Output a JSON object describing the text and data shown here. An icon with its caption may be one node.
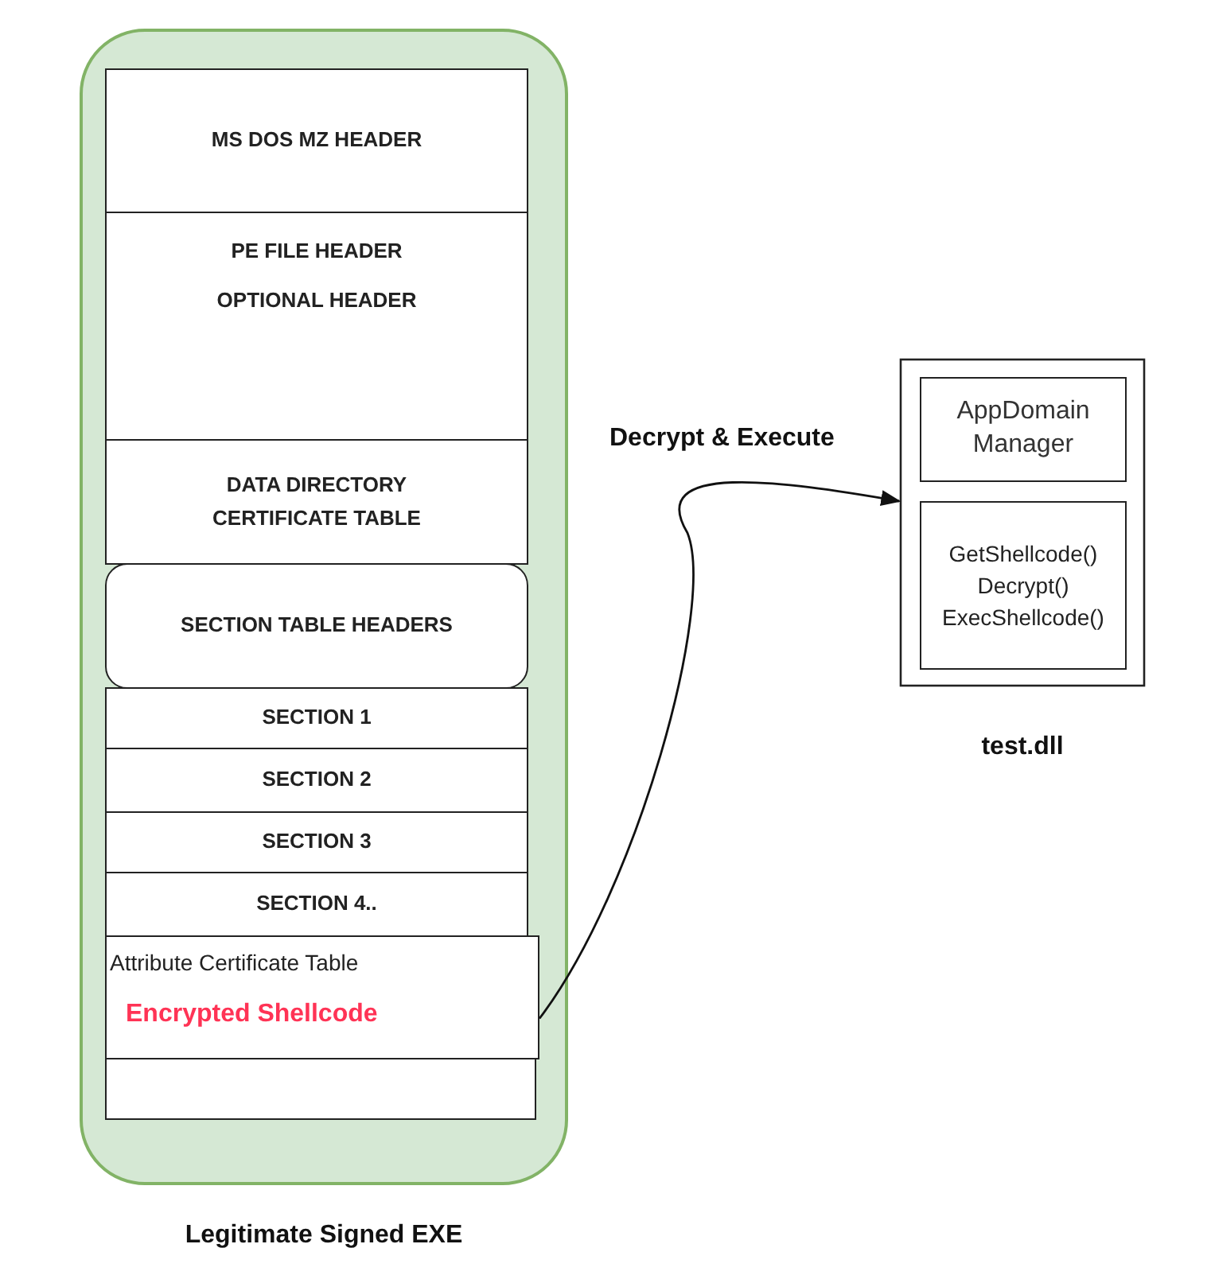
{
  "diagram": {
    "nodes": [
      {
        "text": [
          "Legitimate Signed EXE"
        ]
      },
      {
        "text": [
          "MS DOS MZ HEADER"
        ],
        "in": 0
      },
      {
        "text": [
          "PE FILE HEADER",
          "OPTIONAL HEADER"
        ],
        "in": 0
      },
      {
        "text": [
          "DATA DIRECTORY CERTIFICATE TABLE"
        ],
        "in": 0
      },
      {
        "text": [
          "SECTION TABLE HEADERS"
        ],
        "in": 0
      },
      {
        "text": [
          "SECTION 1"
        ],
        "in": 0
      },
      {
        "text": [
          "SECTION 2"
        ],
        "in": 0
      },
      {
        "text": [
          "SECTION 3"
        ],
        "in": 0
      },
      {
        "text": [
          "SECTION 4.."
        ],
        "in": 0
      },
      {
        "text": [
          "Attribute Certificate Table",
          "Encrypted Shellcode"
        ],
        "in": 0
      },
      {
        "text": [],
        "shape": "box",
        "in": 0
      },
      {
        "text": [
          "test.dll"
        ]
      },
      {
        "text": [
          "AppDomain Manager"
        ],
        "in": 11
      },
      {
        "text": [
          "GetShellcode() Decrypt() ExecShellcode()"
        ],
        "in": 11
      }
    ],
    "edges": [
      {
        "from": 9,
        "to": 11,
        "arrow": "to",
        "label": "Decrypt & Execute"
      }
    ]
  }
}
